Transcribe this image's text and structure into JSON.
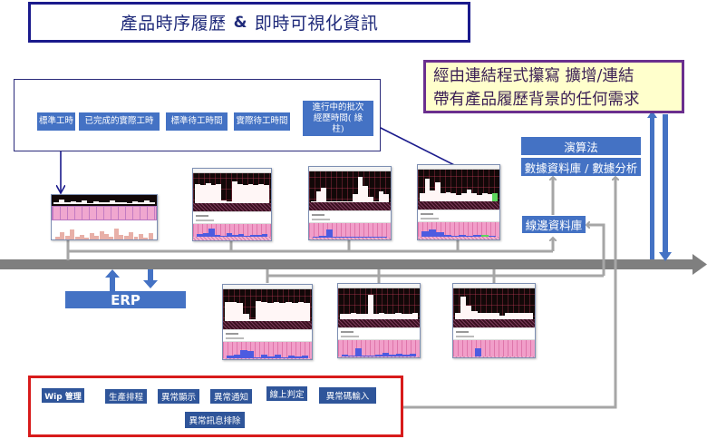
{
  "title": {
    "part1": "產品時序履歷",
    "amp": "&",
    "part2": "即時可視化資訊"
  },
  "callout": {
    "line1": "經由連結程式攥寫 擴增/連結",
    "line2": "帶有產品履歷背景的任何需求"
  },
  "metrics": {
    "items": [
      {
        "label": "標準工時"
      },
      {
        "label": "已完成的實際工時"
      },
      {
        "label": "標準待工時間"
      },
      {
        "label": "實際待工時間"
      },
      {
        "label": "進行中的批次經歷時間( 綠柱)"
      }
    ]
  },
  "right_panel": {
    "algorithm": "演算法",
    "database_analytics": "數據資料庫 / 數據分析",
    "edge_database": "線邊資料庫"
  },
  "erp": {
    "label": "ERP"
  },
  "functions": {
    "items": [
      {
        "label": "Wip 管理"
      },
      {
        "label": "生產排程"
      },
      {
        "label": "異常顯示"
      },
      {
        "label": "異常通知"
      },
      {
        "label": "線上判定"
      },
      {
        "label": "異常碼輸入"
      },
      {
        "label": "異常訊息排除"
      }
    ]
  },
  "charts": {
    "cards": [
      {
        "id": "overview",
        "type": "timeline-overview"
      },
      {
        "id": "top-1",
        "type": "dashboard"
      },
      {
        "id": "top-2",
        "type": "dashboard"
      },
      {
        "id": "top-3",
        "type": "dashboard"
      },
      {
        "id": "bottom-1",
        "type": "dashboard"
      },
      {
        "id": "bottom-2",
        "type": "dashboard"
      },
      {
        "id": "bottom-3",
        "type": "dashboard"
      }
    ]
  },
  "colors": {
    "title_border": "#1a1a8c",
    "callout_border": "#6a2f8e",
    "callout_fill": "#ffffcc",
    "box_blue": "#4472c4",
    "function_blue": "#2f559a",
    "function_border": "#d81b1b",
    "bus_gray": "#7f7f7f",
    "connector_gray": "#a6a6a6"
  }
}
